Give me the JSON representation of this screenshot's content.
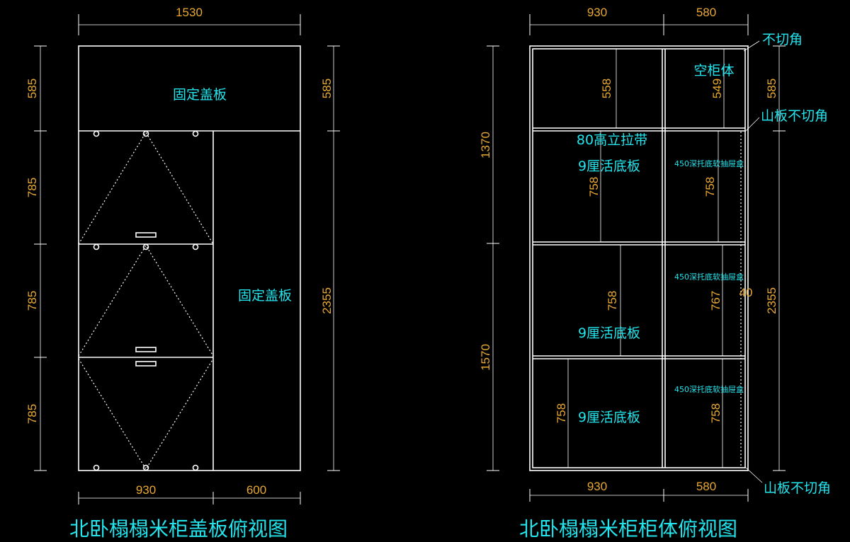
{
  "left_view": {
    "title": "北卧榻榻米柜盖板俯视图",
    "dim_top": "1530",
    "dim_left": [
      "585",
      "785",
      "785",
      "785"
    ],
    "dim_right_top": "585",
    "dim_right_total": "2355",
    "dim_bottom": [
      "930",
      "600"
    ],
    "label_top_panel": "固定盖板",
    "label_right_panel": "固定盖板"
  },
  "right_view": {
    "title": "北卧榻榻米柜柜体俯视图",
    "dim_top": [
      "930",
      "580"
    ],
    "dim_bottom": [
      "930",
      "580"
    ],
    "dim_left": [
      "1370",
      "1570"
    ],
    "dim_right_top": "585",
    "dim_right_total": "2355",
    "inner_dims": [
      "558",
      "549",
      "758",
      "758",
      "758",
      "767",
      "758",
      "758",
      "40"
    ],
    "labels": {
      "empty_cabinet": "空柜体",
      "strap": "80高立拉带",
      "bottom_board_1": "9厘活底板",
      "bottom_board_2": "9厘活底板",
      "bottom_board_3": "9厘活底板",
      "drawer_1": "450深托底软抽屉盒",
      "drawer_2": "450深托底软抽屉盒",
      "drawer_3": "450深托底软抽屉盒"
    },
    "notes": {
      "no_cut_corner": "不切角",
      "side_no_cut_top": "山板不切角",
      "side_no_cut_bottom": "山板不切角"
    }
  },
  "colors": {
    "background": "#000000",
    "lines": "#ffffff",
    "dimension_text": "#e8a933",
    "label_text": "#22e5ee"
  }
}
